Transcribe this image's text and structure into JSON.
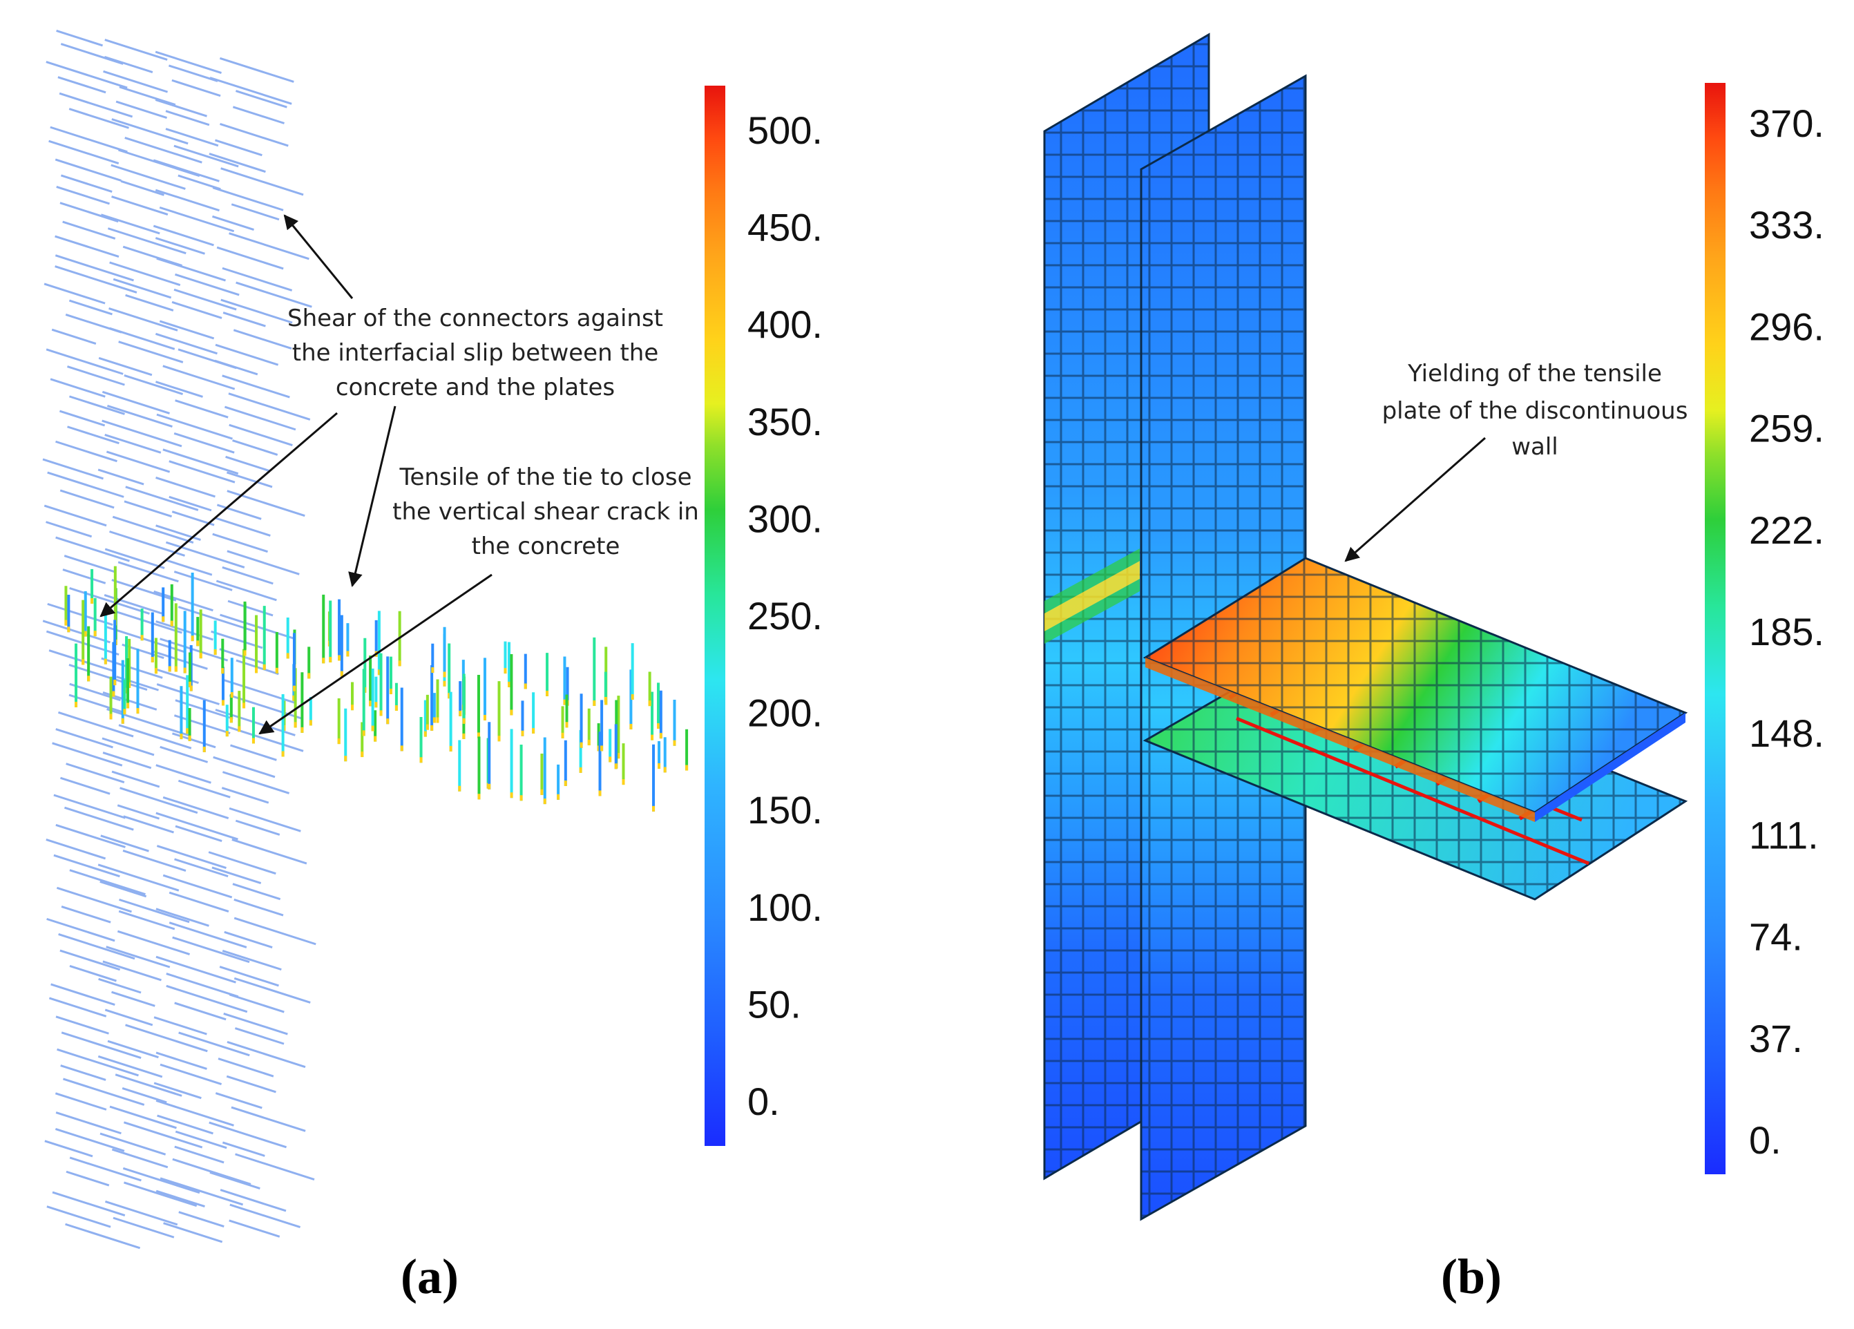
{
  "panels": [
    {
      "id": "a",
      "label": "(a)",
      "colorbar": {
        "ticks": [
          "500.",
          "450.",
          "400.",
          "350.",
          "300.",
          "250.",
          "200.",
          "150.",
          "100.",
          "50.",
          "0."
        ]
      },
      "annotations": [
        {
          "lines": [
            "Shear of the connectors against",
            "the interfacial slip between the",
            "concrete and the plates"
          ]
        },
        {
          "lines": [
            "Tensile of the tie to close",
            "the vertical shear crack in",
            "the concrete"
          ]
        }
      ]
    },
    {
      "id": "b",
      "label": "(b)",
      "colorbar": {
        "ticks": [
          "370.",
          "333.",
          "296.",
          "259.",
          "222.",
          "185.",
          "148.",
          "111.",
          "74.",
          "37.",
          "0."
        ]
      },
      "annotations": [
        {
          "lines": [
            "Yielding of the tensile",
            "plate of the discontinuous",
            "wall"
          ]
        }
      ]
    }
  ],
  "colors": {
    "colormap": [
      "#1a2cff",
      "#1f5cff",
      "#2a8cff",
      "#2fb4ff",
      "#2de6f0",
      "#28e69a",
      "#2ecf3a",
      "#8fe02a",
      "#e6f020",
      "#ffd21a",
      "#ffa51a",
      "#ff7a14",
      "#ff4a10",
      "#e8140e"
    ],
    "connector_line": "#8fb0f0",
    "mesh_line": "#0b2a4a"
  }
}
